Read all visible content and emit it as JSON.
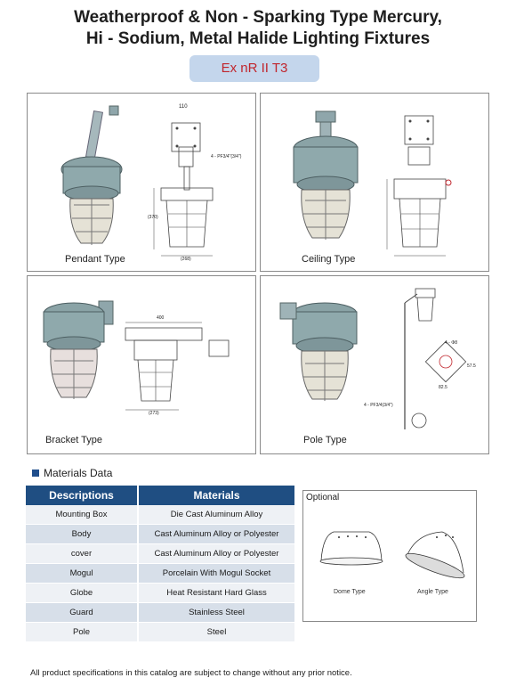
{
  "header": {
    "title_line1": "Weatherproof & Non - Sparking Type Mercury,",
    "title_line2": "Hi - Sodium, Metal Halide Lighting Fixtures",
    "badge": "Ex nR II T3"
  },
  "panels": [
    {
      "caption": "Pendant Type"
    },
    {
      "caption": "Ceiling Type"
    },
    {
      "caption": "Bracket Type"
    },
    {
      "caption": "Pole Type"
    }
  ],
  "materials": {
    "section_title": "Materials Data",
    "headers": [
      "Descriptions",
      "Materials"
    ],
    "rows": [
      [
        "Mounting Box",
        "Die  Cast Aluminum Alloy"
      ],
      [
        "Body",
        "Cast Aluminum Alloy or Polyester"
      ],
      [
        "cover",
        "Cast Aluminum Alloy or Polyester"
      ],
      [
        "Mogul",
        "Porcelain With Mogul Socket"
      ],
      [
        "Globe",
        "Heat Resistant Hard Glass"
      ],
      [
        "Guard",
        "Stainless Steel"
      ],
      [
        "Pole",
        "Steel"
      ]
    ]
  },
  "optional": {
    "label": "Optional",
    "dome": "Dome Type",
    "angle": "Angle Type"
  },
  "drawing_labels": {
    "pf": "4 - PF3/4\"(3/4\")",
    "dim110": "110",
    "dim268": "(268)",
    "dim370": "(370)",
    "bracket_w": "400",
    "bracket_h": "(273)",
    "pole_holes": "4 - Φ8",
    "pole_d1": "57.5",
    "pole_d2": "82.5",
    "pole_pf": "4 - PF3/4(3/4\")"
  },
  "footer": {
    "note": "All product specifications in this catalog are subject to change without any prior notice."
  }
}
